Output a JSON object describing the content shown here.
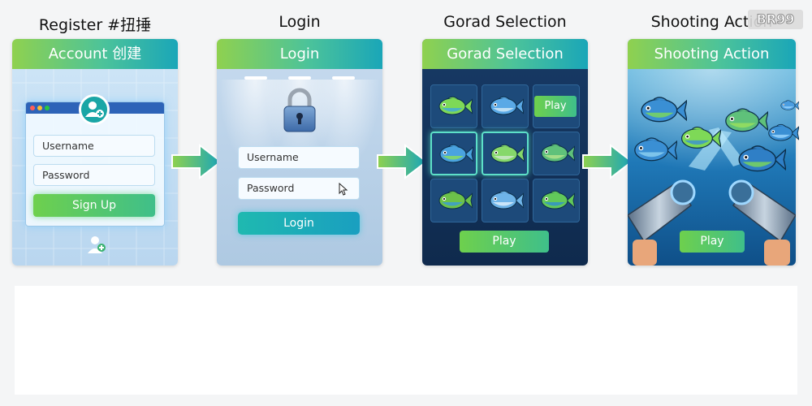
{
  "steps": [
    {
      "title": "Register #扭捶",
      "header": "Account 创建",
      "username_placeholder": "Username",
      "password_placeholder": "Password",
      "button": "Sign Up"
    },
    {
      "title": "Login",
      "header": "Login",
      "username_placeholder": "Username",
      "password_placeholder": "Password",
      "button": "Login"
    },
    {
      "title": "Gorad Selection",
      "header": "Gorad Selection",
      "cell_button": "Play",
      "button": "Play"
    },
    {
      "title": "Shooting Action",
      "header": "Shooting Action",
      "button": "Play"
    }
  ],
  "watermark": "BR99",
  "colors": {
    "header_gradient": [
      "#8fd14f",
      "#4cc39a",
      "#1aa6b8"
    ],
    "arrow_gradient": [
      "#8fd14f",
      "#1aa6b8"
    ],
    "selection_highlight": "#5de0c8"
  },
  "icons": [
    "add-user-icon",
    "padlock-icon",
    "cursor-icon",
    "fish-icon",
    "water-gun-icon",
    "arrow-right-icon"
  ]
}
